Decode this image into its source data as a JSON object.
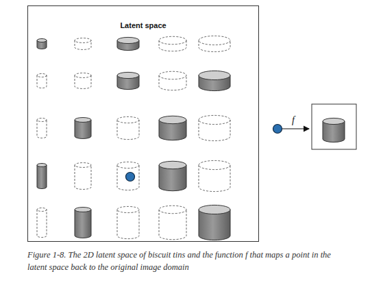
{
  "diagram": {
    "caption": "Figure 1-8. The 2D latent space of biscuit tins and the function f that maps a point in the latent space back to the original image domain",
    "nodes": [
      {
        "text": [
          "Latent space"
        ]
      }
    ],
    "labels": [
      "f"
    ]
  }
}
